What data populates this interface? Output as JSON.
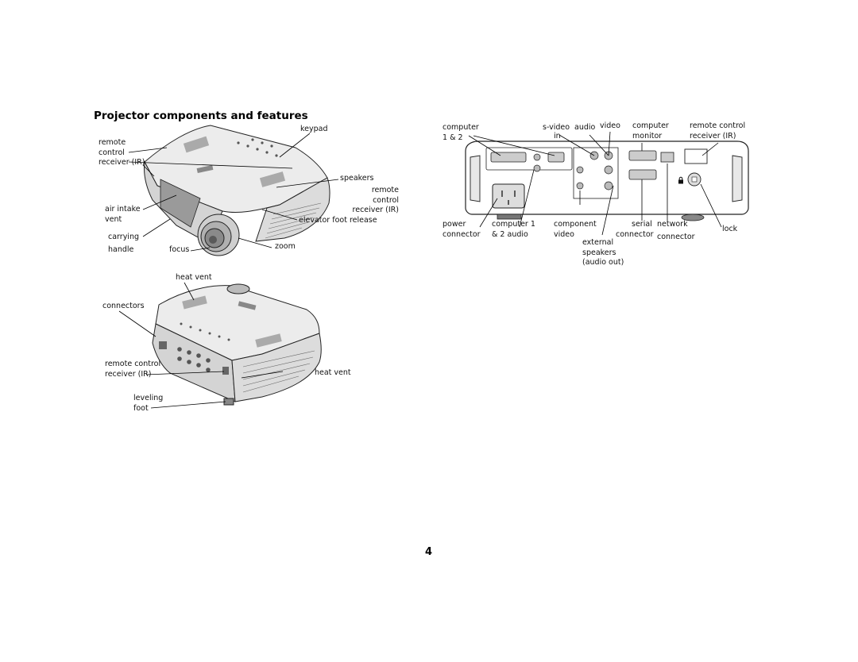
{
  "page": {
    "title": "Projector components and features",
    "page_number": "4"
  },
  "top_view": {
    "keypad": "keypad",
    "remote_ir": [
      "remote",
      "control",
      "receiver (IR)"
    ],
    "speakers": "speakers",
    "remote_control_right": [
      "remote",
      "control",
      "receiver (IR)"
    ],
    "air_intake": [
      "air intake",
      "vent"
    ],
    "elevator_foot_release": "elevator foot release",
    "carrying_handle": [
      "carrying",
      "handle"
    ],
    "focus": "focus",
    "zoom": "zoom"
  },
  "rear_view": {
    "heat_vent_top": "heat vent",
    "connectors": "connectors",
    "remote_control_receiver": [
      "remote control",
      "receiver (IR)"
    ],
    "heat_vent_side": "heat vent",
    "leveling_foot": [
      "leveling",
      "foot"
    ]
  },
  "connector_panel": {
    "computer_1_2": [
      "computer",
      "1 & 2"
    ],
    "s_video_in": [
      "s-video",
      "in"
    ],
    "audio": "audio",
    "video": "video",
    "computer_monitor": [
      "computer",
      "monitor"
    ],
    "remote_control_receiver": [
      "remote control",
      "receiver (IR)"
    ],
    "power_connector": [
      "power",
      "connector"
    ],
    "computer_1_2_audio": [
      "computer 1",
      "& 2 audio"
    ],
    "component_video": [
      "component",
      "video"
    ],
    "serial_connector": [
      "serial",
      "connector"
    ],
    "network_connector": [
      "network",
      "connector"
    ],
    "lock": "lock",
    "external_speakers": [
      "external",
      "speakers",
      "(audio out)"
    ]
  },
  "icons": [
    "lock-icon"
  ]
}
